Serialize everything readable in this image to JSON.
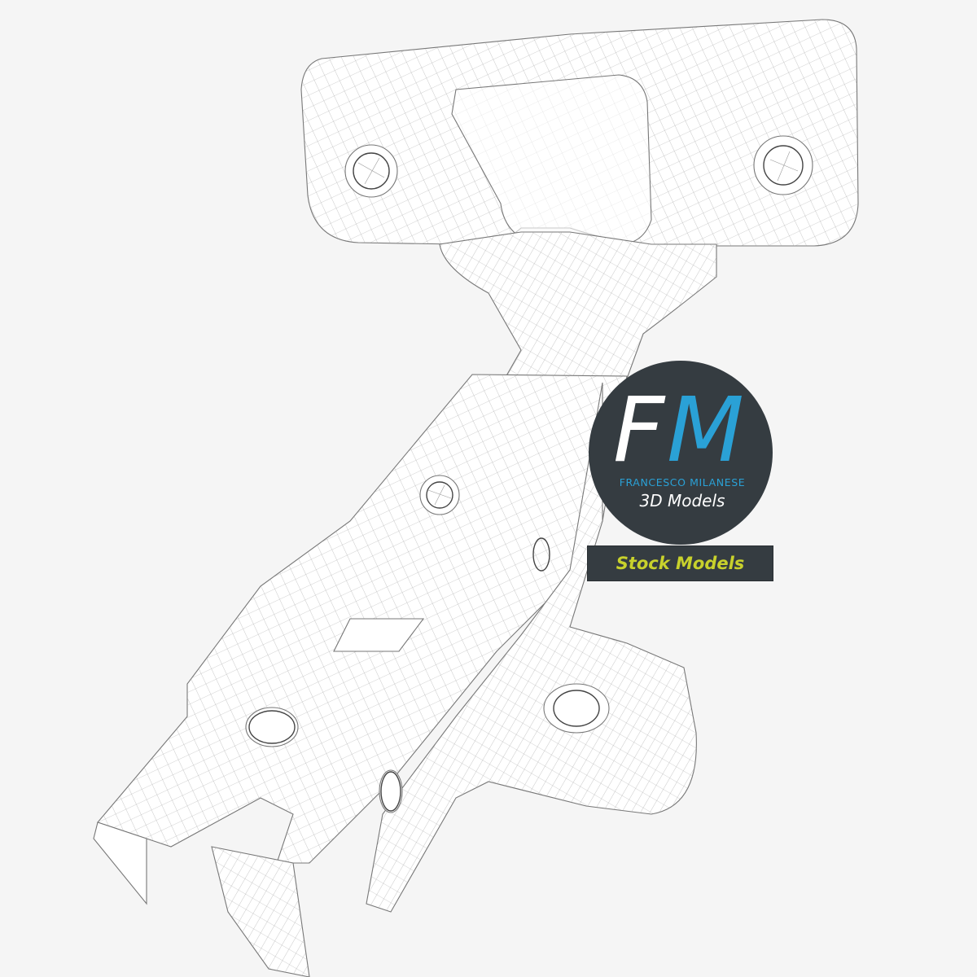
{
  "scene": {
    "subject": "concealed cabinet hinge wireframe render",
    "background_color": "#f5f5f5",
    "wire_color": "#777777"
  },
  "logo": {
    "initial_f": "F",
    "initial_m": "M",
    "name": "FRANCESCO MILANESE",
    "subtitle": "3D Models",
    "banner": "Stock Models",
    "colors": {
      "circle": "#353c41",
      "f": "#ffffff",
      "m": "#2aa1d6",
      "name": "#2aa1d6",
      "banner_text": "#c8d12c"
    }
  }
}
